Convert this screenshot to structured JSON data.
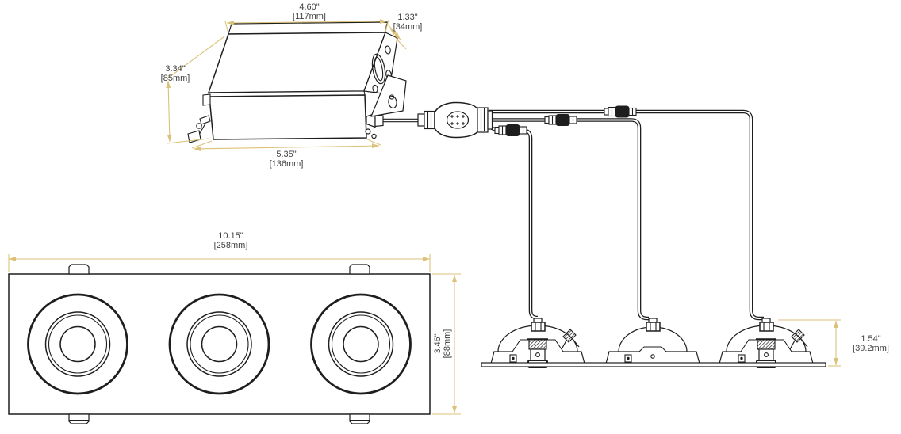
{
  "dimensions": {
    "box_width": {
      "inches": "4.60\"",
      "metric": "[117mm]"
    },
    "box_depth": {
      "inches": "1.33\"",
      "metric": "[34mm]"
    },
    "box_height": {
      "inches": "3.34\"",
      "metric": "[85mm]"
    },
    "box_length": {
      "inches": "5.35\"",
      "metric": "[136mm]"
    },
    "fixture_width": {
      "inches": "10.15\"",
      "metric": "[258mm]"
    },
    "fixture_height": {
      "inches": "3.46\"",
      "metric": "[88mm]"
    },
    "recess_depth": {
      "inches": "1.54\"",
      "metric": "[39.2mm]"
    }
  },
  "colors": {
    "line_art": "#1e1e1e",
    "dimension_lines": "#dcc278",
    "label_text": "#3f3f3f",
    "background": "#ffffff"
  }
}
